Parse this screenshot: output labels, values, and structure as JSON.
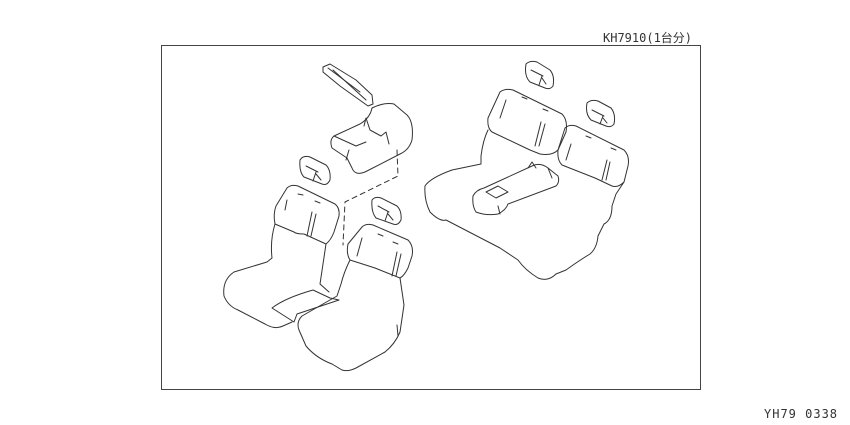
{
  "header": {
    "reference_code": "KH7910(1台分)"
  },
  "footer": {
    "drawing_id": "YH79 0338"
  },
  "diagram": {
    "subject": "seat cover set (front seats, rear bench seat, headrests, armrests)",
    "colors": {
      "line": "#333333",
      "background": "#ffffff"
    }
  }
}
